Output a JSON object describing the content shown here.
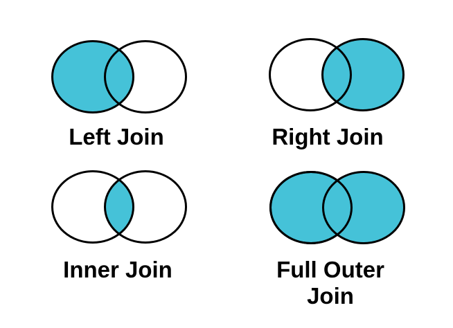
{
  "page": {
    "background": "#ffffff"
  },
  "colors": {
    "highlight_fill": "#45C2D8",
    "circle_stroke": "#000000",
    "circle_fill": "#ffffff",
    "label_color": "#000000"
  },
  "diagram": {
    "type": "venn-join-diagram",
    "items": [
      {
        "id": "left-join",
        "label": "Left Join",
        "highlight": "left"
      },
      {
        "id": "right-join",
        "label": "Right Join",
        "highlight": "right"
      },
      {
        "id": "inner-join",
        "label": "Inner Join",
        "highlight": "intersection"
      },
      {
        "id": "full-outer-join",
        "label": "Full Outer\nJoin",
        "highlight": "both"
      }
    ]
  }
}
